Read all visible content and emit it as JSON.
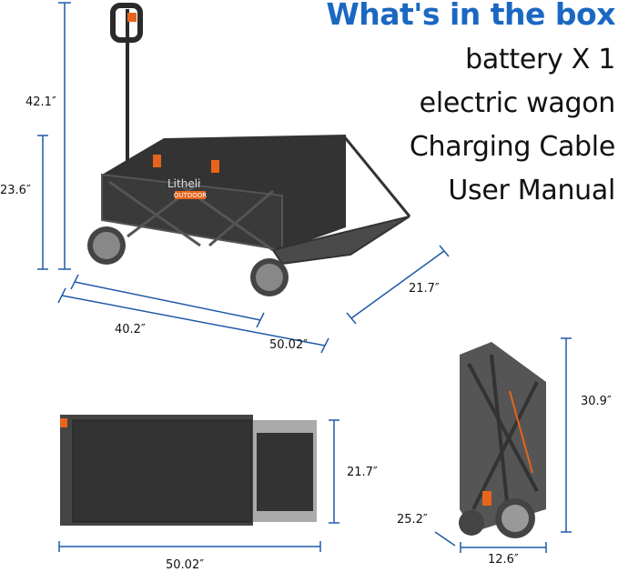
{
  "heading": "What's in the box",
  "box_items": [
    "battery X 1",
    "electric wagon",
    "Charging Cable",
    "User Manual"
  ],
  "brand": {
    "logo": "Litheli",
    "sub": "OUTDOOR"
  },
  "dimensions": {
    "total_height": "42.1″",
    "body_height": "23.6″",
    "body_length": "40.2″",
    "total_length": "50.02″",
    "width": "21.7″",
    "top_length": "50.02″",
    "top_width": "21.7″",
    "folded_height": "30.9″",
    "folded_depth": "25.2″",
    "folded_width": "12.6″"
  },
  "colors": {
    "accent": "#1a68c2",
    "dimension_line": "#1f5aa8",
    "wagon_body": "#2f2f2f",
    "trim": "#e8641c"
  }
}
